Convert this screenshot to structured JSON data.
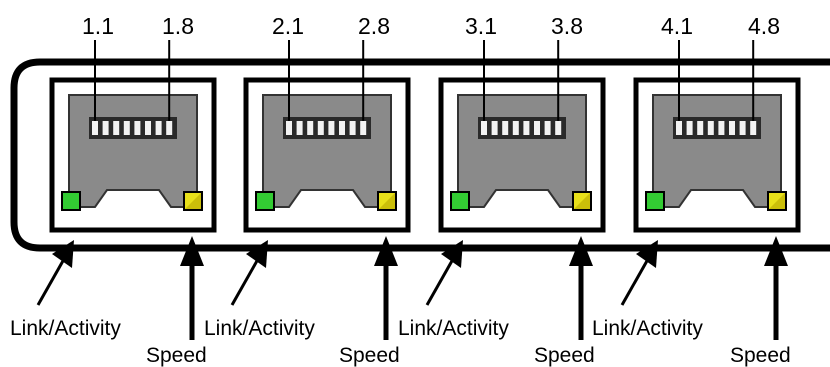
{
  "colors": {
    "frame_outline": "#000000",
    "frame_fill": "#ffffff",
    "jack_body": "#8a8a8a",
    "jack_body_light": "#a6a6a6",
    "pin_slot": "#2a2a2a",
    "pin_contact": "#f2f2f2",
    "link_led": "#33cc33",
    "speed_led": "#e8e01a",
    "arrow": "#000000"
  },
  "ports": [
    {
      "pin_labels": [
        "1.1",
        "1.8"
      ],
      "link_label": "Link/Activity",
      "speed_label": "Speed",
      "link_led_icon": "green-led",
      "speed_led_icon": "yellow-led"
    },
    {
      "pin_labels": [
        "2.1",
        "2.8"
      ],
      "link_label": "Link/Activity",
      "speed_label": "Speed",
      "link_led_icon": "green-led",
      "speed_led_icon": "yellow-led"
    },
    {
      "pin_labels": [
        "3.1",
        "3.8"
      ],
      "link_label": "Link/Activity",
      "speed_label": "Speed",
      "link_led_icon": "green-led",
      "speed_led_icon": "yellow-led"
    },
    {
      "pin_labels": [
        "4.1",
        "4.8"
      ],
      "link_label": "Link/Activity",
      "speed_label": "Speed",
      "link_led_icon": "green-led",
      "speed_led_icon": "yellow-led"
    }
  ]
}
